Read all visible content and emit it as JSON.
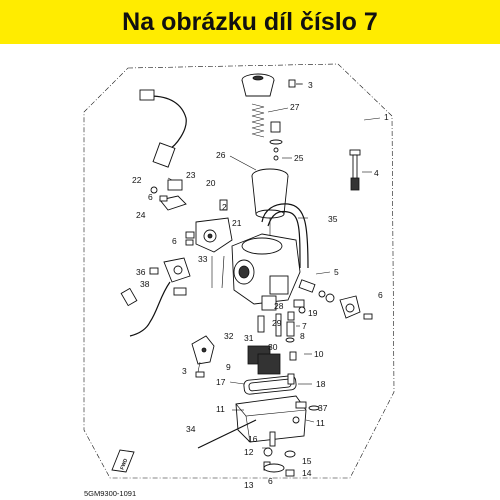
{
  "banner": {
    "text": "Na obrázku díl číslo 7",
    "color": "#ffec00"
  },
  "diagram": {
    "code": "5GM9300-1091",
    "forward_label": "FWD",
    "callouts": [
      "1",
      "2",
      "3",
      "4",
      "5",
      "6",
      "7",
      "8",
      "9",
      "10",
      "11",
      "12",
      "13",
      "14",
      "15",
      "16",
      "17",
      "18",
      "19",
      "20",
      "21",
      "22",
      "23",
      "24",
      "25",
      "26",
      "27",
      "28",
      "29",
      "30",
      "31",
      "32",
      "33",
      "34",
      "35",
      "36",
      "37",
      "38"
    ]
  }
}
